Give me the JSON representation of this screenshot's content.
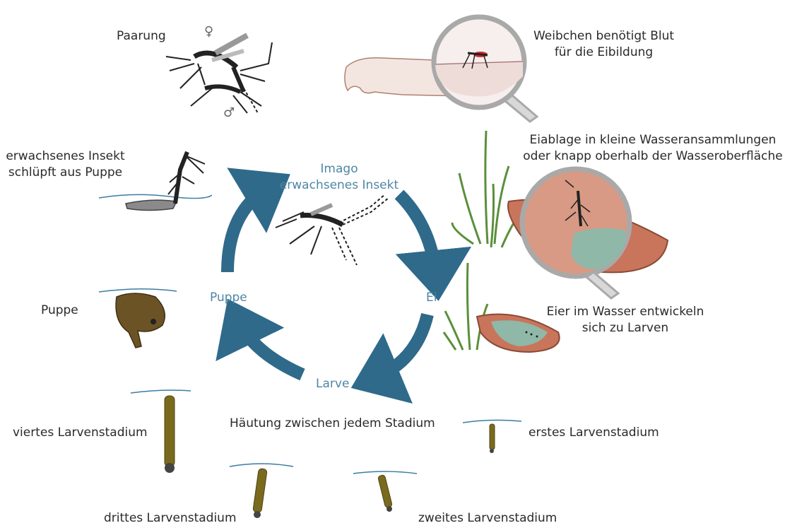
{
  "colors": {
    "cycle": "#2f6a8a",
    "cycle_text": "#4f86a3",
    "water": "#3a7ca5",
    "larva": "#7a6a1e",
    "pupa": "#6b5325",
    "dish": "#c8755c",
    "water_fill": "#8fb8a8",
    "grass": "#5a8f3a",
    "skin": "#f3e6e0"
  },
  "cycle": {
    "imago_title": "Imago",
    "imago_subtitle": "erwachsenes Insekt",
    "egg": "Ei",
    "larva": "Larve",
    "pupa": "Puppe"
  },
  "labels": {
    "mating": "Paarung",
    "female_symbol": "♀",
    "male_symbol": "♂",
    "blood_line1": "Weibchen benötigt Blut",
    "blood_line2": "für die Eibildung",
    "egglaying_line1": "Eiablage in kleine Wasseransammlungen",
    "egglaying_line2": "oder knapp oberhalb der Wasseroberfläche",
    "develop_line1": "Eier im Wasser entwickeln",
    "develop_line2": "sich zu Larven",
    "emerge_line1": "erwachsenes Insekt",
    "emerge_line2": "schlüpft aus Puppe",
    "pupa": "Puppe",
    "moulting": "Häutung zwischen jedem Stadium",
    "instar1": "erstes Larvenstadium",
    "instar2": "zweites Larvenstadium",
    "instar3": "drittes Larvenstadium",
    "instar4": "viertes Larvenstadium"
  }
}
